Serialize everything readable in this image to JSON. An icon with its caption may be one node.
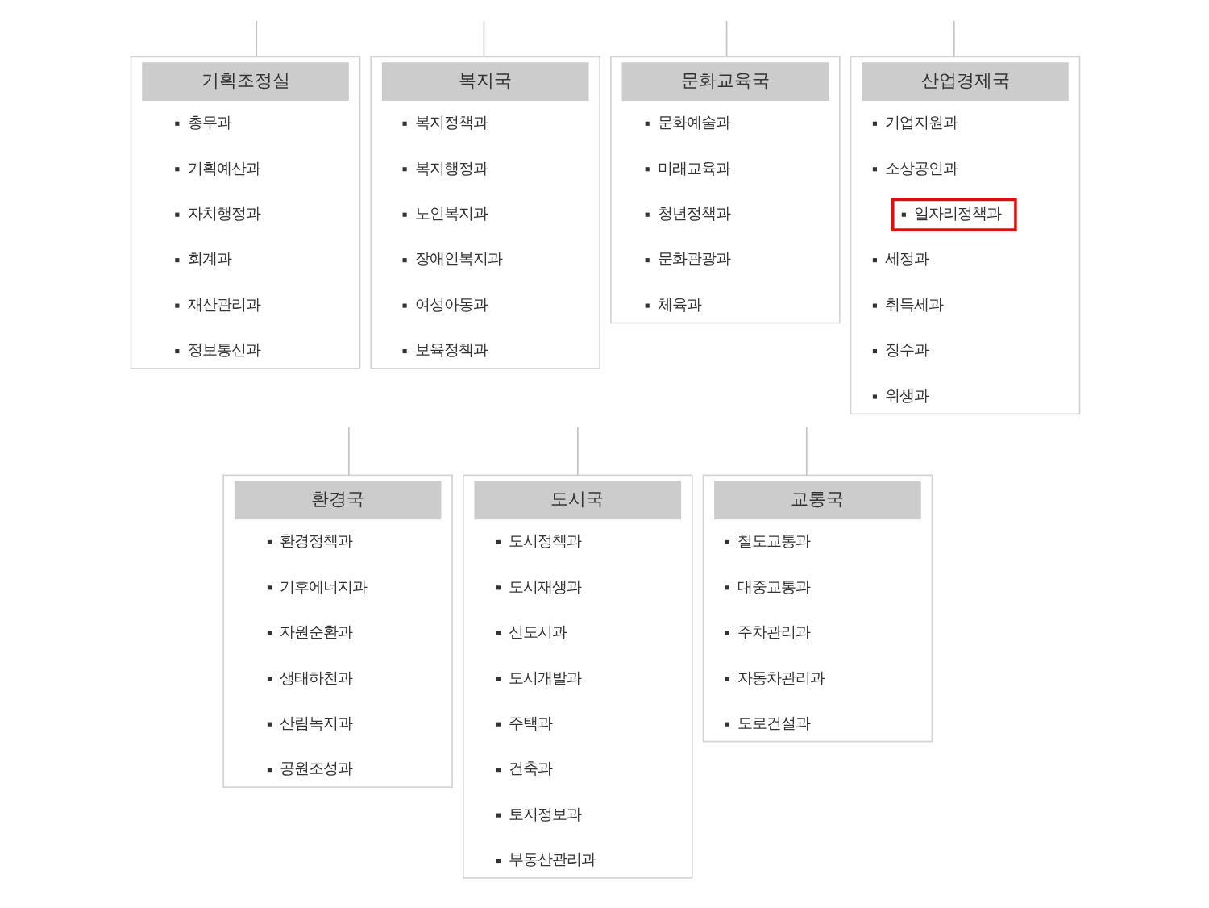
{
  "diagram": {
    "nodes": [
      {
        "text": [
          "기획조정실",
          "총무과",
          "기획예산과",
          "자치행정과",
          "회계과",
          "재산관리과",
          "정보통신과"
        ]
      },
      {
        "text": [
          "복지국",
          "복지정책과",
          "복지행정과",
          "노인복지과",
          "장애인복지과",
          "여성아동과",
          "보육정책과"
        ]
      },
      {
        "text": [
          "문화교육국",
          "문화예술과",
          "미래교육과",
          "청년정책과",
          "문화관광과",
          "체육과"
        ]
      },
      {
        "text": [
          "산업경제국",
          "기업지원과",
          "소상공인과",
          "세정과",
          "취득세과",
          "징수과",
          "위생과"
        ]
      },
      {
        "text": [
          "일자리정책과"
        ],
        "in": 3
      },
      {
        "text": [
          "환경국",
          "환경정책과",
          "기후에너지과",
          "자원순환과",
          "생태하천과",
          "산림녹지과",
          "공원조성과"
        ]
      },
      {
        "text": [
          "도시국",
          "도시정책과",
          "도시재생과",
          "신도시과",
          "도시개발과",
          "주택과",
          "건축과",
          "토지정보과",
          "부동산관리과"
        ]
      },
      {
        "text": [
          "교통국",
          "철도교통과",
          "대중교통과",
          "주차관리과",
          "자동차관리과",
          "도로건설과"
        ]
      }
    ],
    "edges": [
      {
        "from": null,
        "to": 0,
        "arrow": "none"
      },
      {
        "from": null,
        "to": 1,
        "arrow": "none"
      },
      {
        "from": null,
        "to": 2,
        "arrow": "none"
      },
      {
        "from": null,
        "to": 3,
        "arrow": "none"
      },
      {
        "from": null,
        "to": 5,
        "arrow": "none"
      },
      {
        "from": null,
        "to": 6,
        "arrow": "none"
      },
      {
        "from": null,
        "to": 7,
        "arrow": "none"
      }
    ]
  }
}
